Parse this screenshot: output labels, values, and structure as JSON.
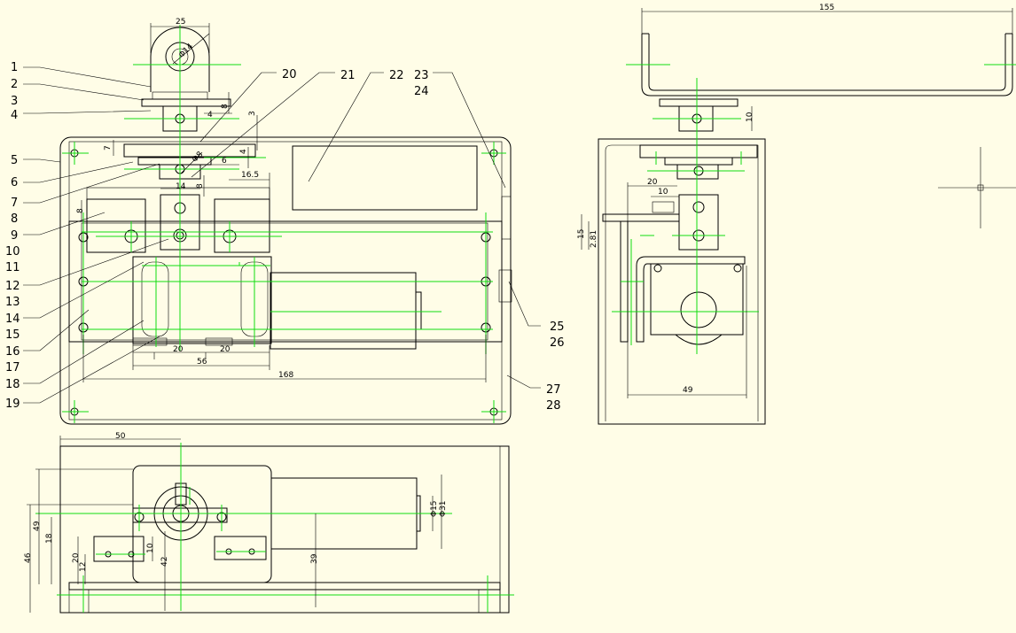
{
  "colors": {
    "background": "#fffde7",
    "lines": "#000000",
    "centerlines": "#11dd11"
  },
  "callouts": {
    "c1": "1",
    "c2": "2",
    "c3": "3",
    "c4": "4",
    "c5": "5",
    "c6": "6",
    "c7": "7",
    "c8": "8",
    "c9": "9",
    "c10": "10",
    "c11": "11",
    "c12": "12",
    "c13": "13",
    "c14": "14",
    "c15": "15",
    "c16": "16",
    "c17": "17",
    "c18": "18",
    "c19": "19",
    "c20": "20",
    "c21": "21",
    "c22": "22",
    "c23": "23",
    "c24": "24",
    "c25": "25",
    "c26": "26",
    "c27": "27",
    "c28": "28"
  },
  "dimensions": {
    "d25": "25",
    "d14a": "Φ14",
    "d8a": "8",
    "d4a": "4",
    "d3": "3",
    "d7": "7",
    "d4b": "4",
    "d8b": "Φ8",
    "d6": "6",
    "d16_5": "16.5",
    "d14b": "14",
    "d8c": "8",
    "d8d": "8",
    "d20a": "20",
    "d56": "56",
    "d20b": "20",
    "d168": "168",
    "d155": "155",
    "d10a": "10",
    "d20c": "20",
    "d10b": "10",
    "d15a": "15",
    "d2_81": "2.81",
    "d49a": "49",
    "d50": "50",
    "d49b": "49",
    "d18": "18",
    "d46": "46",
    "d20d": "20",
    "d12": "12",
    "d10c": "10",
    "d42": "42",
    "d39": "39",
    "d15b": "Φ15",
    "d31": "Φ31"
  }
}
